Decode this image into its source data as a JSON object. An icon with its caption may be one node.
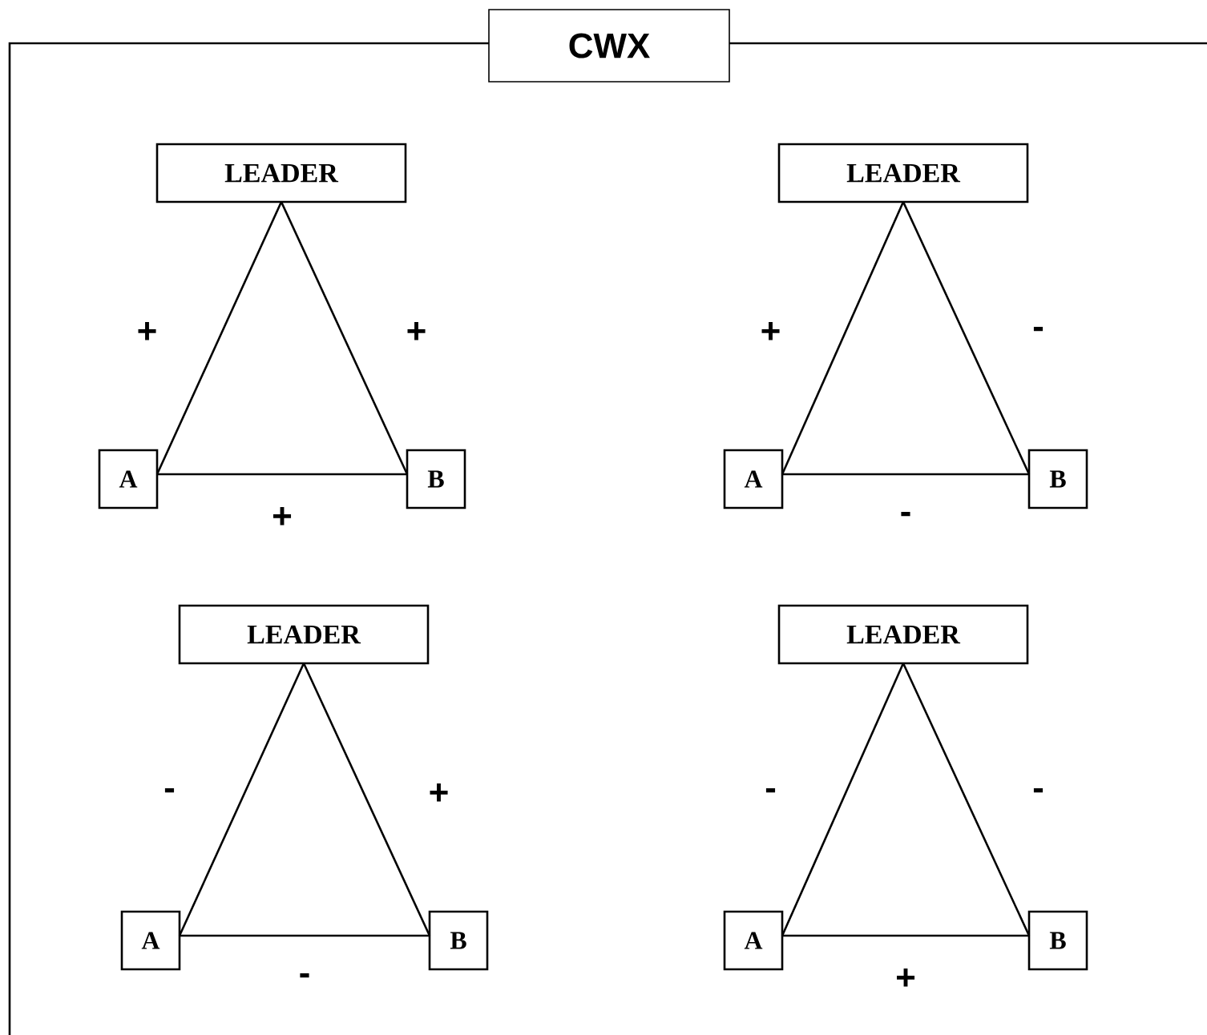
{
  "diagram": {
    "nodes": [
      {
        "text": [
          "CWX"
        ]
      },
      {
        "text": [
          "LEADER"
        ],
        "in": 0
      },
      {
        "text": [
          "A"
        ],
        "in": 0
      },
      {
        "text": [
          "B"
        ],
        "in": 0
      },
      {
        "text": [
          "LEADER"
        ],
        "in": 0
      },
      {
        "text": [
          "A"
        ],
        "in": 0
      },
      {
        "text": [
          "B"
        ],
        "in": 0
      },
      {
        "text": [
          "LEADER"
        ],
        "in": 0
      },
      {
        "text": [
          "A"
        ],
        "in": 0
      },
      {
        "text": [
          "B"
        ],
        "in": 0
      },
      {
        "text": [
          "LEADER"
        ],
        "in": 0
      },
      {
        "text": [
          "A"
        ],
        "in": 0
      },
      {
        "text": [
          "B"
        ],
        "in": 0
      }
    ],
    "edges": [
      {
        "from": 1,
        "to": 2,
        "arrow": "none",
        "label": "+"
      },
      {
        "from": 1,
        "to": 3,
        "arrow": "none",
        "label": "+"
      },
      {
        "from": 2,
        "to": 3,
        "arrow": "none",
        "label": "+"
      },
      {
        "from": 4,
        "to": 5,
        "arrow": "none",
        "label": "+"
      },
      {
        "from": 4,
        "to": 6,
        "arrow": "none",
        "label": "-"
      },
      {
        "from": 5,
        "to": 6,
        "arrow": "none",
        "label": "-"
      },
      {
        "from": 7,
        "to": 8,
        "arrow": "none",
        "label": "-"
      },
      {
        "from": 7,
        "to": 9,
        "arrow": "none",
        "label": "+"
      },
      {
        "from": 8,
        "to": 9,
        "arrow": "none",
        "label": "-"
      },
      {
        "from": 10,
        "to": 11,
        "arrow": "none",
        "label": "-"
      },
      {
        "from": 10,
        "to": 12,
        "arrow": "none",
        "label": "-"
      },
      {
        "from": 11,
        "to": 12,
        "arrow": "none",
        "label": "+"
      }
    ]
  }
}
